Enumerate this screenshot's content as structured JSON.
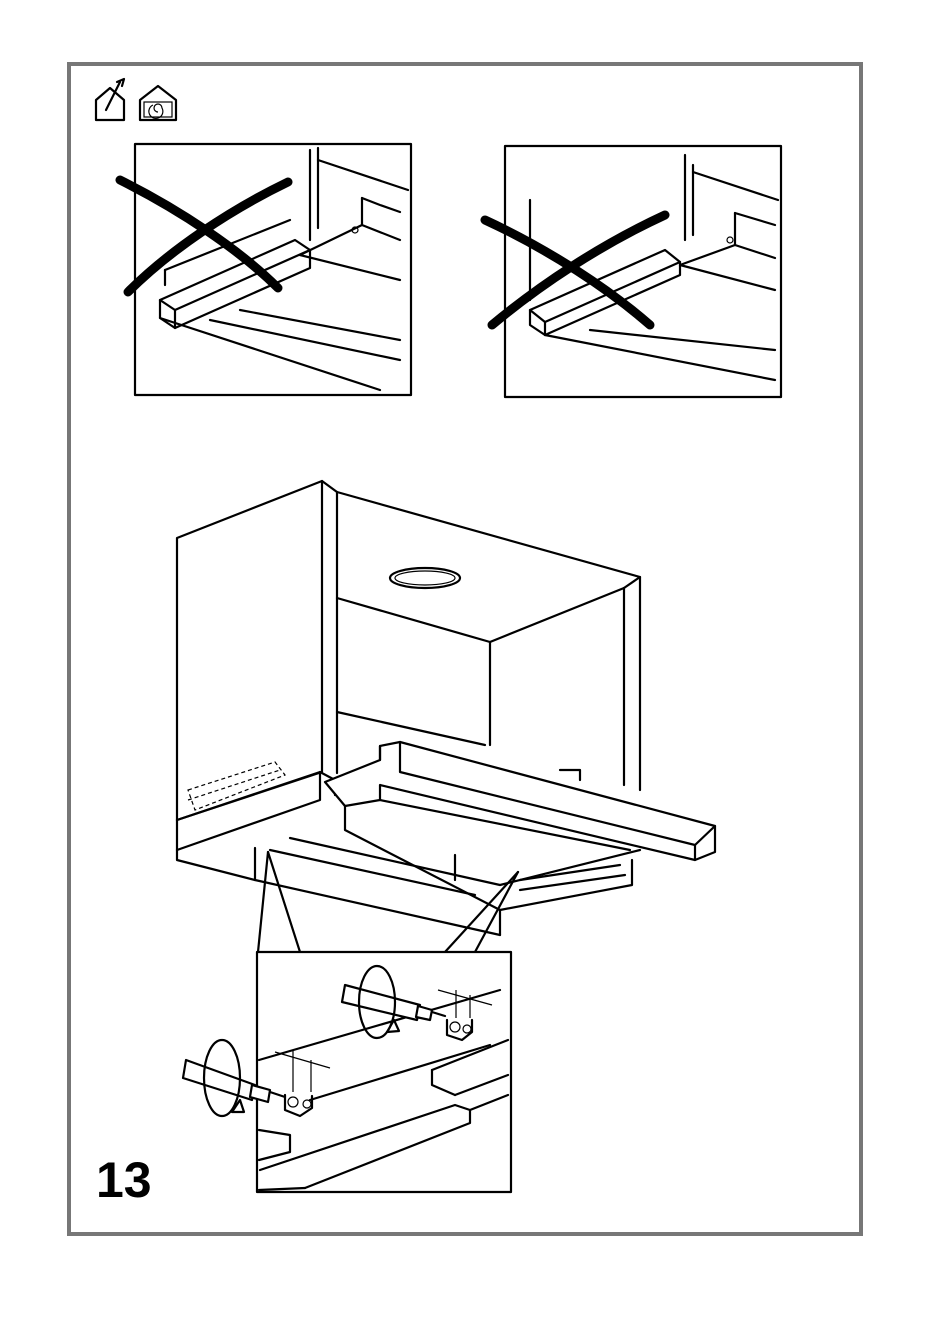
{
  "step": {
    "number": "13"
  },
  "icons": {
    "install_icon": "house-with-pencil-icon",
    "recycle_icon": "house-with-swirl-icon"
  },
  "panels": {
    "wrong_a": {
      "status": "incorrect",
      "mark": "x-mark-icon"
    },
    "wrong_b": {
      "status": "incorrect",
      "mark": "x-mark-icon"
    }
  },
  "colors": {
    "frame": "#777777",
    "line": "#000000",
    "background": "#ffffff"
  }
}
